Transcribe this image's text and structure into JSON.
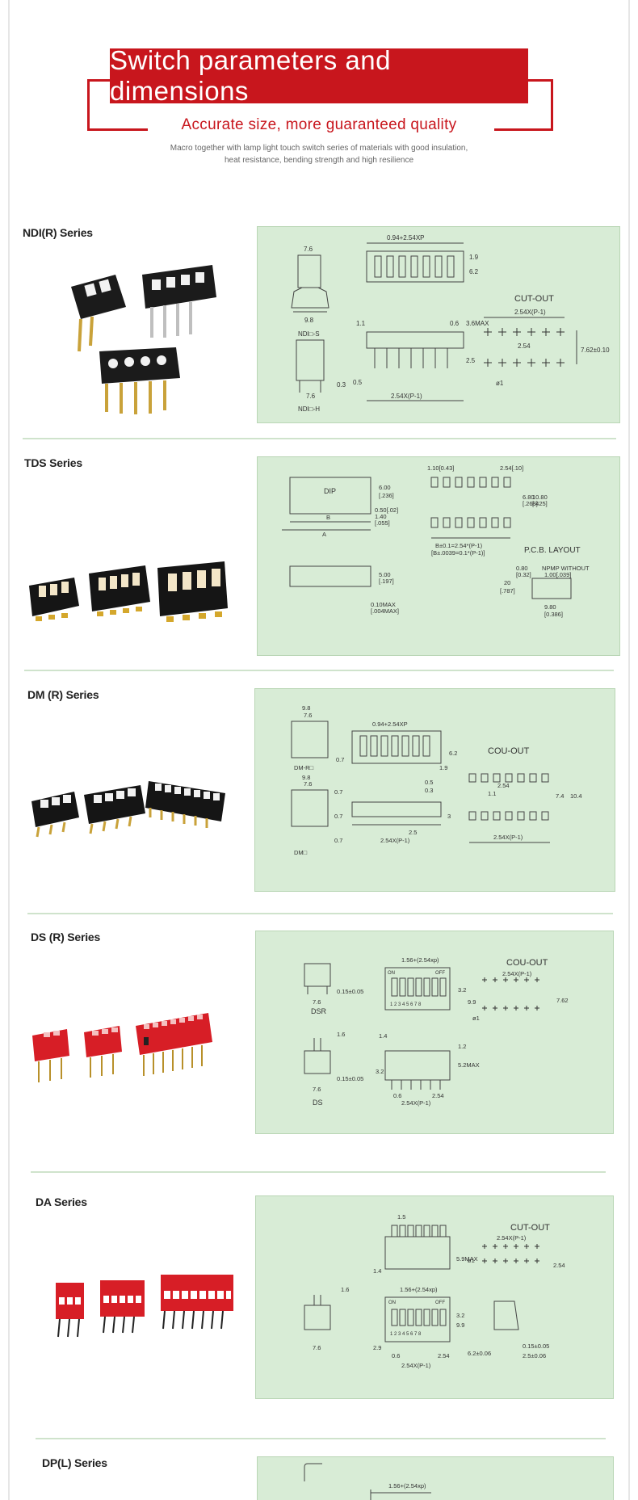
{
  "header": {
    "title": "Switch parameters and dimensions",
    "subtitle": "Accurate size, more guaranteed quality",
    "desc_line1": "Macro together with lamp light touch switch series of materials with good insulation,",
    "desc_line2": "heat resistance, bending strength and high resilience"
  },
  "colors": {
    "accent": "#c8161d",
    "panel": "#d8ecd6",
    "divider": "#cfe3cc"
  },
  "sections": [
    {
      "title": "NDI(R) Series",
      "labels": {
        "a": "0.94+2.54XP",
        "b": "7.6",
        "c": "1.9",
        "d": "6.2",
        "e": "CUT-OUT",
        "f": "9.8",
        "g": "NDI□-S",
        "h": "1.1",
        "i": "0.6",
        "j": "3.6MAX",
        "k": "2.54X(P-1)",
        "l": "2.54",
        "m": "7.62±0.10",
        "n": "2.5",
        "o": "0.3",
        "p": "0.5",
        "q": "7.6",
        "r": "NDI□-H",
        "s": "ø1"
      }
    },
    {
      "title": "TDS Series",
      "labels": {
        "a": "DIP",
        "b": "6.00",
        "c": "[.236]",
        "d": "0.50[.02]",
        "e": "1.40",
        "f": "[.055]",
        "g": "B",
        "h": "A",
        "i": "1.10[0.43]",
        "j": "2.54[.10]",
        "k": "6.80",
        "l": "[.268]",
        "m": "10.80",
        "n": "[.425]",
        "o": "B±0.1=2.54*(P-1)",
        "p": "[B±.0039=0.1*(P-1)]",
        "q": "P.C.B. LAYOUT",
        "r": "5.00",
        "s": "[.197]",
        "t": "0.10MAX",
        "u": "[.004MAX]",
        "v": "0.80",
        "w": "[0.32]",
        "x": "20",
        "y": "[.787]",
        "z": "NPMP WITHOUT",
        "aa": "1.00[.039]",
        "ab": "9.80",
        "ac": "[0.386]"
      }
    },
    {
      "title": "DM (R) Series",
      "labels": {
        "a": "9.8",
        "b": "7.6",
        "c": "0.94+2.54XP",
        "d": "DM-R□",
        "e": "0.7",
        "f": "6.2",
        "g": "1.9",
        "h": "0.5",
        "i": "0.3",
        "j": "COU-OUT",
        "k": "9.8",
        "l": "7.6",
        "m": "0.7",
        "n": "1.1",
        "o": "2.54",
        "p": "7.4",
        "q": "10.4",
        "r": "0.7",
        "s": "2.5",
        "t": "2.54X(P-1)",
        "u": "0.7",
        "v": "2.54X(P-1)",
        "w": "DM□",
        "x": "3"
      }
    },
    {
      "title": "DS (R) Series",
      "labels": {
        "a": "1.56+(2.54xp)",
        "b": "COU-OUT",
        "c": "0.15±0.05",
        "d": "ON",
        "e": "OFF",
        "f": "3.2",
        "g": "9.9",
        "h": "2.54X(P-1)",
        "i": "7.62",
        "j": "DSR",
        "k": "7.6",
        "l": "ø1",
        "m": "1.6",
        "n": "1.4",
        "o": "1.2",
        "p": "5.2MAX",
        "q": "0.15±0.05",
        "r": "0.6",
        "s": "2.54",
        "t": "7.6",
        "u": "2.54X(P-1)",
        "v": "DS",
        "w": "3.2",
        "x": "1 2 3 4 5 6 7 8"
      }
    },
    {
      "title": "DA Series",
      "labels": {
        "a": "1.5",
        "b": "CUT-OUT",
        "c": "2.54X(P-1)",
        "d": "5.9MAX",
        "e": "1.4",
        "f": "2.54",
        "g": "1.6",
        "h": "1.56+(2.54xp)",
        "i": "ON",
        "j": "OFF",
        "k": "3.2",
        "l": "9.9",
        "m": "2.9",
        "n": "0.6",
        "o": "2.54",
        "p": "2.54X(P-1)",
        "q": "6.2±0.06",
        "r": "0.15±0.05",
        "s": "2.5±0.06",
        "t": "7.6",
        "u": "ø1",
        "v": "1 2 3 4 5 6 7 8"
      }
    },
    {
      "title": "DP(L) Series",
      "labels": {
        "a": "1.56+(2.54xp)"
      }
    }
  ]
}
